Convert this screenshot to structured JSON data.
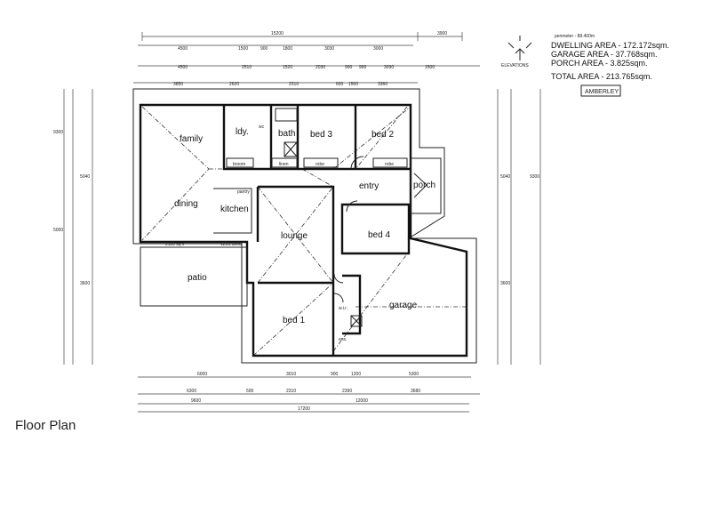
{
  "title": "Floor Plan",
  "info": {
    "perimeter": "perimeter - 88.400m",
    "elevations_label": "ELEVATIONS",
    "dwelling_area": "DWELLING AREA - 172.172sqm.",
    "garage_area": "GARAGE AREA - 37.768sqm.",
    "porch_area": "PORCH AREA - 3.825sqm.",
    "total_area": "TOTAL AREA - 213.765sqm.",
    "design_name": "AMBERLEY"
  },
  "rooms": {
    "family": "family",
    "dining": "dining",
    "kitchen": "kitchen",
    "lounge": "lounge",
    "bed3": "bed 3",
    "bed2": "bed 2",
    "bath": "bath",
    "ldy": "ldy.",
    "wc": "wc",
    "entry": "entry",
    "porch": "porch",
    "bed4": "bed 4",
    "patio": "patio",
    "garage": "garage",
    "bed1": "bed 1",
    "wir": "w.i.r.",
    "ens": "ens."
  },
  "fixtures": {
    "linen": "linen",
    "robe1": "robe",
    "robe2": "robe",
    "broom": "broom",
    "pantry": "pantry",
    "window1": "2110 sq x",
    "window2": "1250.1800"
  },
  "dimensions": {
    "top_overall": "15200",
    "top_porch": "3900",
    "row1": [
      "4500",
      "1500",
      "900",
      "1800",
      "3030",
      "3000"
    ],
    "row2": [
      "4500",
      "2510",
      "1520",
      "2030",
      "900",
      "900",
      "3030",
      "1500"
    ],
    "row3": [
      "3850",
      "2620",
      "2310",
      "600",
      "1500",
      "3360"
    ],
    "bottom_row1": [
      "6000",
      "3010",
      "900",
      "1200",
      "5300"
    ],
    "bottom_row2": [
      "6300",
      "500",
      "2310",
      "2390",
      "3680"
    ],
    "bottom_row3": [
      "9600",
      "12000"
    ],
    "bottom_overall": "17200",
    "left": [
      "9300",
      "5000",
      "5040",
      "3600"
    ],
    "right": [
      "5040",
      "3600",
      "9300"
    ]
  }
}
